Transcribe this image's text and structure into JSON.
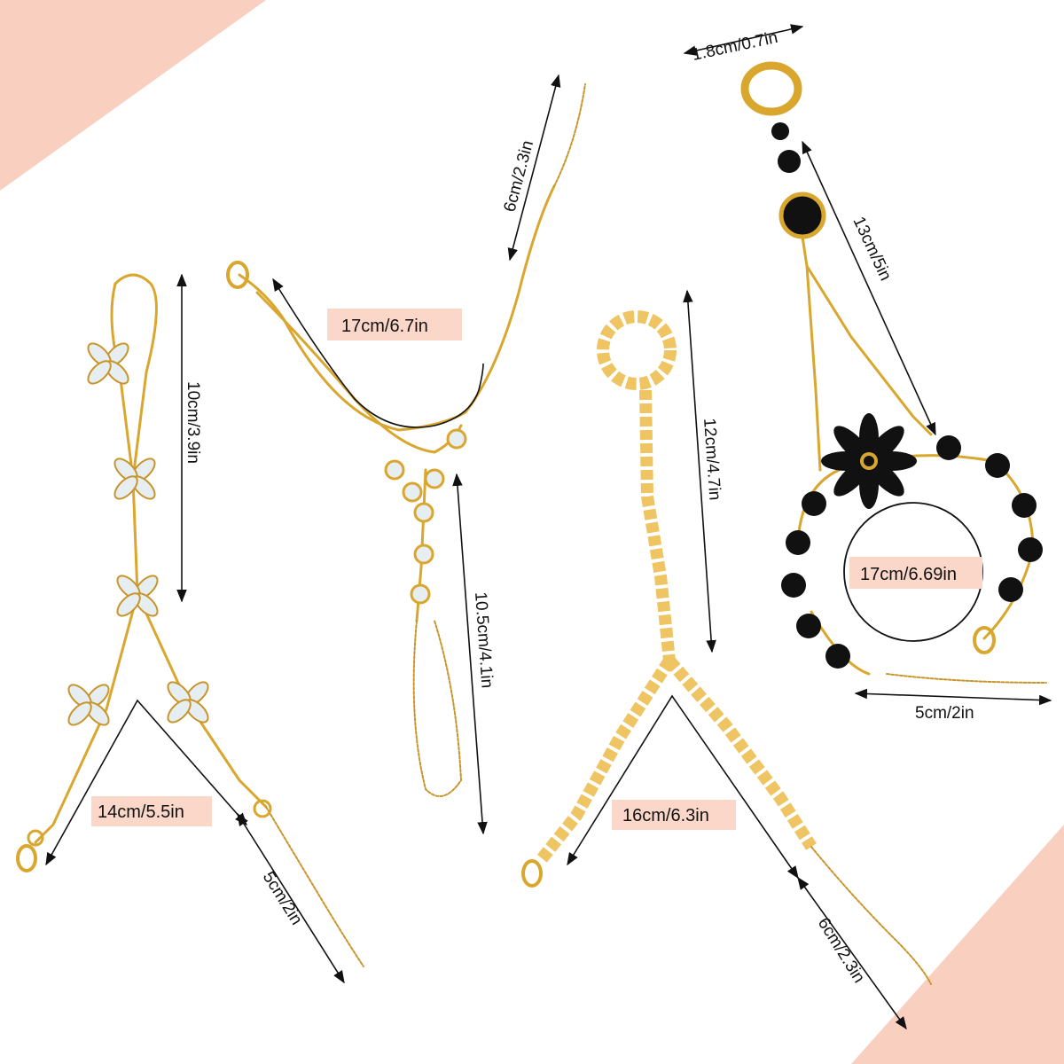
{
  "colors": {
    "background": "#ffffff",
    "corner_accent": "#f9cfc0",
    "label_box": "#fbd7c9",
    "gold": "#d9a62e",
    "black_bead": "#111111",
    "crystal": "#e6eef2"
  },
  "labels": {
    "p1_length": "10cm/3.9in",
    "p1_span": "14cm/5.5in",
    "p1_ext": "5cm/2in",
    "p2_top_ext": "6cm/2.3in",
    "p2_span": "17cm/6.7in",
    "p2_drop": "10.5cm/4.1in",
    "p3_length": "12cm/4.7in",
    "p3_span": "16cm/6.3in",
    "p3_ext": "6cm/2.3in",
    "p4_ring": "1.8cm/0.7in",
    "p4_length": "13cm/5in",
    "p4_circ": "17cm/6.69in",
    "p4_ext": "5cm/2in"
  }
}
